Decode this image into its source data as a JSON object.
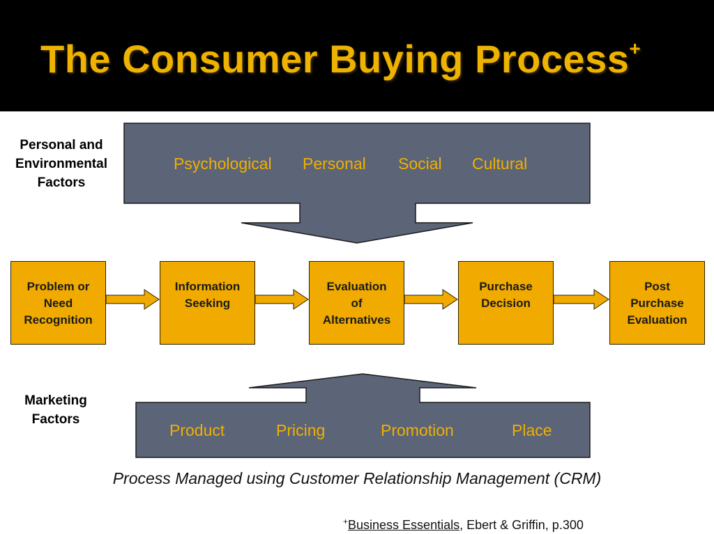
{
  "title": "The Consumer Buying Process",
  "title_marker": "+",
  "personal_label": [
    "Personal and",
    "Environmental",
    "Factors"
  ],
  "personal_factors": [
    "Psychological",
    "Personal",
    "Social",
    "Cultural"
  ],
  "stages": [
    [
      "Problem or",
      "Need",
      "Recognition"
    ],
    [
      "Information",
      "Seeking"
    ],
    [
      "Evaluation",
      "of",
      "Alternatives"
    ],
    [
      "Purchase",
      "Decision"
    ],
    [
      "Post",
      "Purchase",
      "Evaluation"
    ]
  ],
  "marketing_label": [
    "Marketing",
    "Factors"
  ],
  "marketing_factors": [
    "Product",
    "Pricing",
    "Promotion",
    "Place"
  ],
  "crm_note": "Process Managed using Customer Relationship Management (CRM)",
  "citation": {
    "marker": "+",
    "book": "Business Essentials",
    "rest": ", Ebert & Griffin, p.300"
  },
  "colors": {
    "title": "#eeb200",
    "stage_fill": "#f0aa00",
    "factor_box": "#5c6478",
    "factor_text": "#f0b000"
  }
}
